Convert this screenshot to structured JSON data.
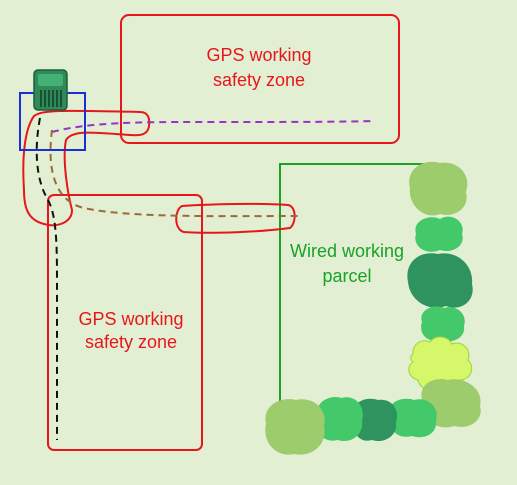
{
  "colors": {
    "background": "#e3efd2",
    "gps_zone": "#e8161b",
    "wired_parcel": "#18a228",
    "station_box": "#1a2fd8",
    "station": "#2e8a58",
    "path_purple": "#9b2fc9",
    "path_brown": "#9a6a3a",
    "path_black": "#111111"
  },
  "zones": {
    "top": {
      "line1": "GPS working",
      "line2": "safety zone"
    },
    "left": {
      "line1": "GPS working",
      "line2": "safety zone"
    }
  },
  "parcel": {
    "line1": "Wired working",
    "line2": "parcel"
  },
  "icons": [
    "charging-station-icon",
    "bush-icon"
  ]
}
